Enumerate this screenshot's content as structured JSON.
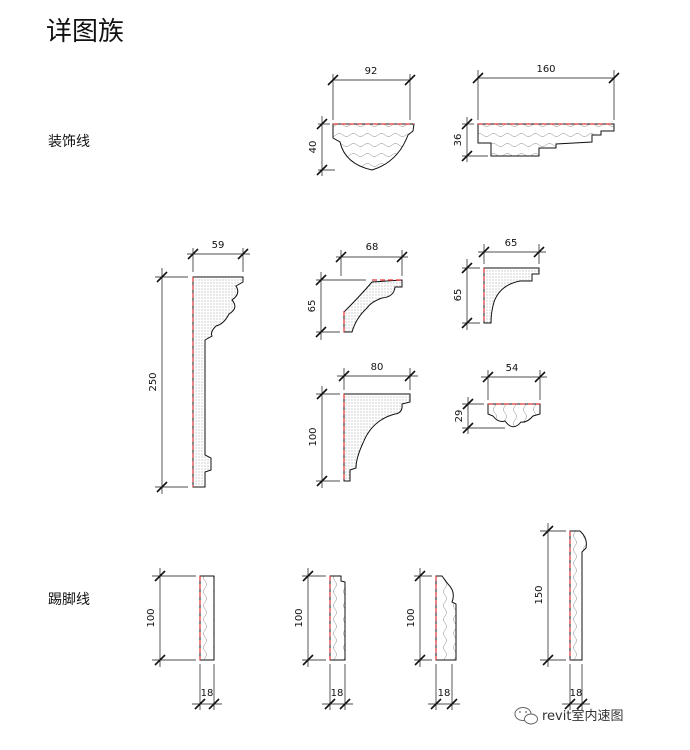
{
  "title": "详图族",
  "sections": {
    "decorative": "装饰线",
    "baseboard": "踢脚线"
  },
  "dims": {
    "a_w": "92",
    "a_h": "40",
    "b_w": "160",
    "b_h": "36",
    "c_w": "59",
    "c_h": "250",
    "d_w": "68",
    "d_h": "65",
    "e_w": "65",
    "e_h": "65",
    "f_w": "80",
    "f_h": "100",
    "g_w": "54",
    "g_h": "29",
    "k1_w": "18",
    "k1_h": "100",
    "k2_w": "18",
    "k2_h": "100",
    "k3_w": "18",
    "k3_h": "100",
    "k4_w": "18",
    "k4_h": "150"
  },
  "watermark": "revit室内速图",
  "icons": {
    "watermark": "wechat-icon"
  }
}
